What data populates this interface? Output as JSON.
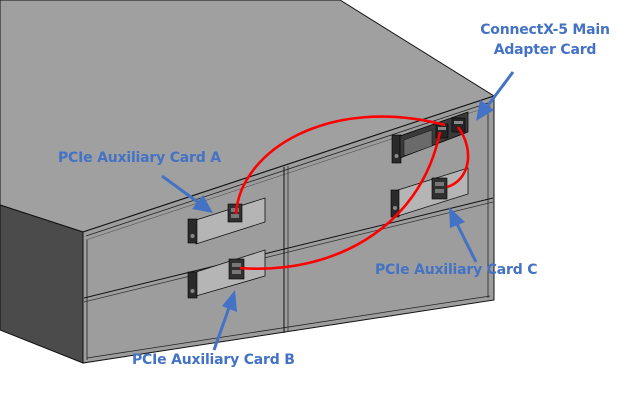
{
  "diagram": {
    "subject": "server chassis (isometric view) with PCIe cards connected by cables",
    "colors": {
      "top_face": "#a0a0a0",
      "side_face": "#4a4a4a",
      "front_face": "#9c9c9c",
      "cable": "#ff0000",
      "callout": "#4472c4",
      "edge": "#111111"
    },
    "labels": {
      "main_adapter": [
        "ConnectX-5 Main",
        "Adapter Card"
      ],
      "card_a": "PCIe Auxiliary Card A",
      "card_b": "PCIe Auxiliary Card B",
      "card_c": "PCIe Auxiliary Card C"
    },
    "components": [
      {
        "id": "main_adapter",
        "name": "ConnectX-5 Main Adapter Card",
        "slot": "upper-right"
      },
      {
        "id": "card_a",
        "name": "PCIe Auxiliary Card A",
        "slot": "upper-left"
      },
      {
        "id": "card_b",
        "name": "PCIe Auxiliary Card B",
        "slot": "lower-left"
      },
      {
        "id": "card_c",
        "name": "PCIe Auxiliary Card C",
        "slot": "lower-right"
      }
    ],
    "connections": [
      {
        "from": "main_adapter",
        "to": "card_a"
      },
      {
        "from": "main_adapter",
        "to": "card_b"
      },
      {
        "from": "main_adapter",
        "to": "card_c"
      }
    ]
  }
}
